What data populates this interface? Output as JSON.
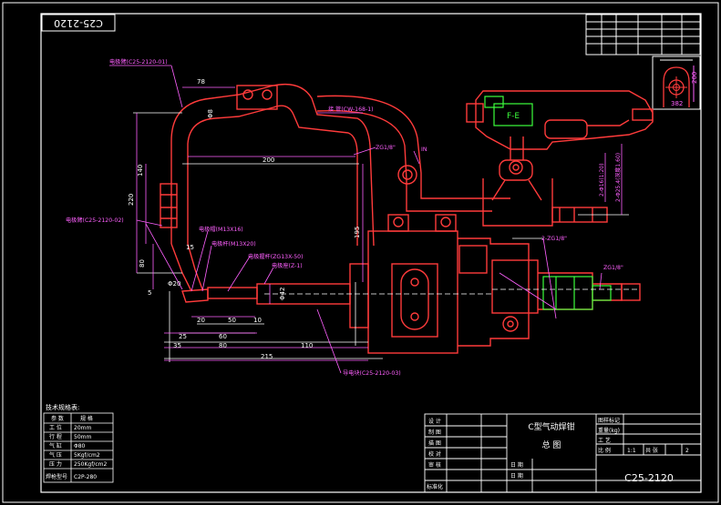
{
  "drawing_number": "C25-2120",
  "drawing_number_stamp": "C25-2120",
  "title_block": {
    "name_line1": "C型气动焊钳",
    "name_line2": "总 图",
    "scale_label": "比 例",
    "scale_value": "1:1",
    "sheet_label": "共 张",
    "sheet_value": "2",
    "rows_left": [
      "设 计",
      "制 图",
      "描 图",
      "校 对",
      "审 核",
      "标准化"
    ],
    "rows_mid": [
      "日 期",
      "日 期"
    ],
    "rows_right": [
      "图样标记",
      "重量(kg)",
      "工 艺"
    ]
  },
  "labels": {
    "electrode_arm_top": "电极臂(C25-2120-01)",
    "connector": "接 管(CW-168-1)",
    "electrode_arm_left": "电极臂(C25-2120-02)",
    "electrode_cap_a": "电极帽(M13X16)",
    "electrode_cap_b": "电极杆(M13X20)",
    "electrode_holder": "电极握杆(ZG13X-50)",
    "electrode_seat": "电极座(Z-1)",
    "conductive_block": "导电块(C25-2120-03)",
    "thread_zg1": "ZG1/8\"",
    "thread_zg1_right": "ZG1/8\"",
    "thread_2zg": "2-ZG1/8\"",
    "label_in": "IN",
    "fe_label": "F-E",
    "hole1": "2-Φ16(1:20)",
    "hole2": "2-Φ25.4(深度1.60)"
  },
  "dimensions": {
    "d78": "78",
    "d58": "Φ8",
    "d200": "200",
    "d140": "140",
    "d220": "220",
    "d195": "195",
    "d80": "80",
    "d20": "Φ20",
    "d15": "15",
    "d5": "5",
    "d20b": "20",
    "d50": "50",
    "d10": "10",
    "d25": "25",
    "d60": "60",
    "d35": "35",
    "d80b": "80",
    "d110": "110",
    "d215": "215",
    "d42": "Φ42",
    "d382": "382",
    "d200r": "200"
  },
  "tech_req": {
    "title": "技术规格表:",
    "header": [
      "参 数",
      "规 格"
    ],
    "rows": [
      [
        "工 位",
        "20mm"
      ],
      [
        "行 程",
        "50mm"
      ],
      [
        "气 缸",
        "Φ80"
      ],
      [
        "气 压",
        "5Kgf/cm2"
      ],
      [
        "压 力",
        "250Kgf/cm2"
      ],
      [
        "焊枪型号",
        "C2P-280"
      ]
    ]
  }
}
